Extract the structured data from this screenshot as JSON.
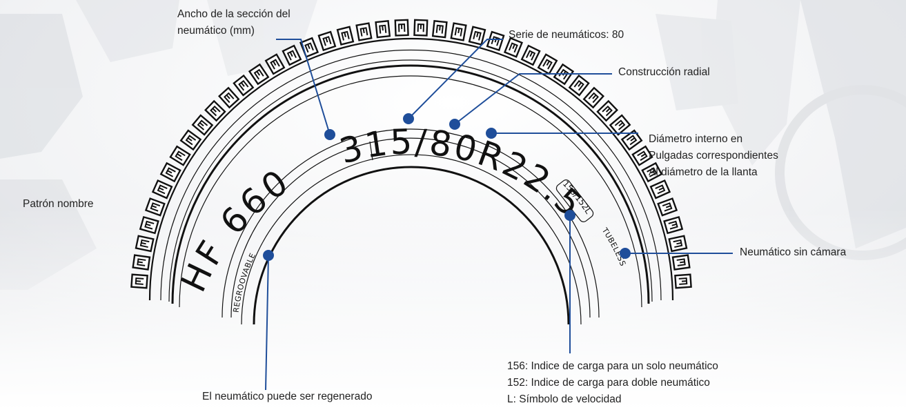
{
  "colors": {
    "accent": "#1f4e9a",
    "ink": "#111111",
    "label": "#222222"
  },
  "tire": {
    "pattern": "HF 660",
    "size": "315/80R22.5",
    "load_speed": "156/152L",
    "tubeless": "TUBELESS",
    "regroovable": "REGROOVABLE"
  },
  "labels": {
    "section_width": [
      "Ancho de la sección del",
      "neumático (mm)"
    ],
    "series": "Serie de neumáticos: 80",
    "radial": "Construcción radial",
    "diameter": [
      "Diámetro interno en",
      "Pulgadas correspondientes",
      "Al diámetro de la llanta"
    ],
    "pattern_name": "Patrón nombre",
    "tubeless": "Neumático sin cámara",
    "load": [
      "156: Indice de carga para un solo neumático",
      "152: Indice de carga para doble neumático",
      "L: Símbolo de velocidad"
    ],
    "regroovable": "El neumático puede ser regenerado"
  }
}
